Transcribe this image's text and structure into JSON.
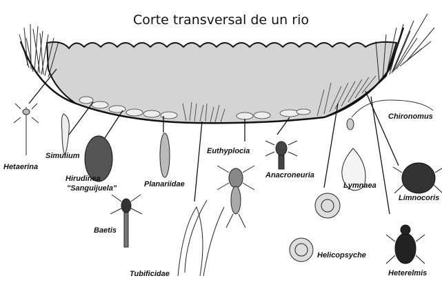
{
  "title": "Corte transversal de un rio",
  "labels": {
    "hetaerina": "Hetaerina",
    "simulium": "Simulium",
    "hirudinea": "Hirudinea",
    "hirudinea_common": "\"Sanguijuela\"",
    "planariidae": "Planariidae",
    "baetis": "Baetis",
    "tubificidae": "Tubificidae",
    "euthyplocia": "Euthyplocia",
    "anacroneuria": "Anacroneuria",
    "chironomus": "Chironomus",
    "lymnaea": "Lymnaea",
    "limnocoris": "Limnocoris",
    "helicopsyche": "Helicopsyche",
    "heterelmis": "Heterelmis"
  }
}
